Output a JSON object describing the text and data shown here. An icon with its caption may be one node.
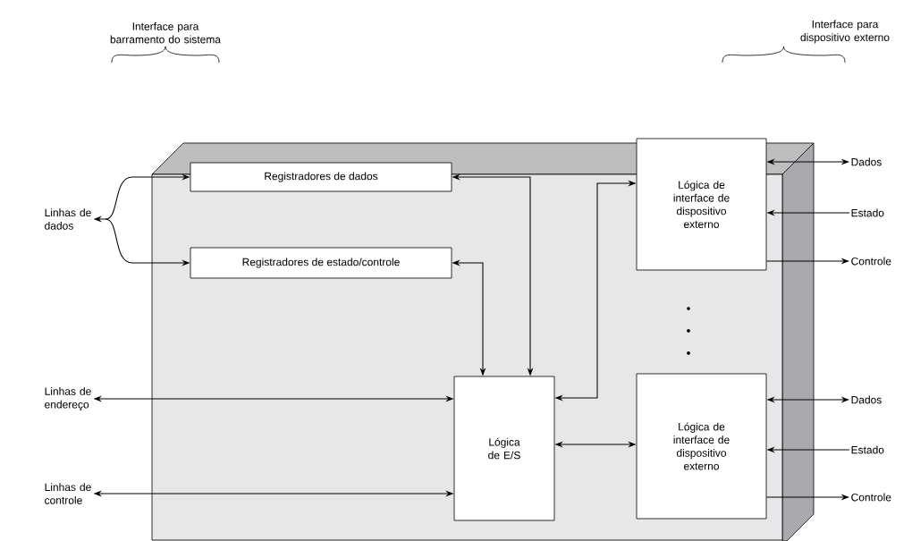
{
  "diagram": {
    "nodes": [
      {
        "text": [],
        "shape": "box"
      },
      {
        "text": [
          "Linhas de dados"
        ]
      },
      {
        "text": [
          "Registradores de dados"
        ],
        "in": 0
      },
      {
        "text": [
          "Registradores de estado/controle"
        ],
        "in": 0
      },
      {
        "text": [
          "Lógica de interface de dispositivo externo"
        ],
        "in": 0
      },
      {
        "text": [
          "Dados"
        ]
      },
      {
        "text": [
          "Estado"
        ]
      },
      {
        "text": [
          "Controle"
        ]
      },
      {
        "text": [
          "Linhas de endereço"
        ]
      },
      {
        "text": [
          "Lógica de E/S"
        ],
        "in": 0
      },
      {
        "text": [
          "Lógica de interface de dispositivo externo"
        ],
        "in": 0
      },
      {
        "text": [
          "Dados"
        ]
      },
      {
        "text": [
          "Estado"
        ]
      },
      {
        "text": [
          "Controle"
        ]
      },
      {
        "text": [
          "Linhas de controle"
        ]
      }
    ],
    "edges": [
      {
        "from": 1,
        "to": 2,
        "arrow": "both"
      },
      {
        "from": 1,
        "to": 3,
        "arrow": "both"
      },
      {
        "from": 2,
        "to": 9,
        "arrow": "both"
      },
      {
        "from": 3,
        "to": 9,
        "arrow": "both"
      },
      {
        "from": 9,
        "to": 4,
        "arrow": "both"
      },
      {
        "from": 4,
        "to": 5,
        "arrow": "both"
      },
      {
        "from": 6,
        "to": 4,
        "arrow": "to"
      },
      {
        "from": 4,
        "to": 7,
        "arrow": "to"
      },
      {
        "from": 8,
        "to": 9,
        "arrow": "both"
      },
      {
        "from": 9,
        "to": 10,
        "arrow": "both"
      },
      {
        "from": 10,
        "to": 11,
        "arrow": "both"
      },
      {
        "from": 12,
        "to": 10,
        "arrow": "to"
      },
      {
        "from": 10,
        "to": 13,
        "arrow": "to"
      },
      {
        "from": 14,
        "to": 9,
        "arrow": "both"
      }
    ],
    "labels": [
      "Interface para barramento do sistema",
      "Interface para dispositivo externo"
    ]
  }
}
